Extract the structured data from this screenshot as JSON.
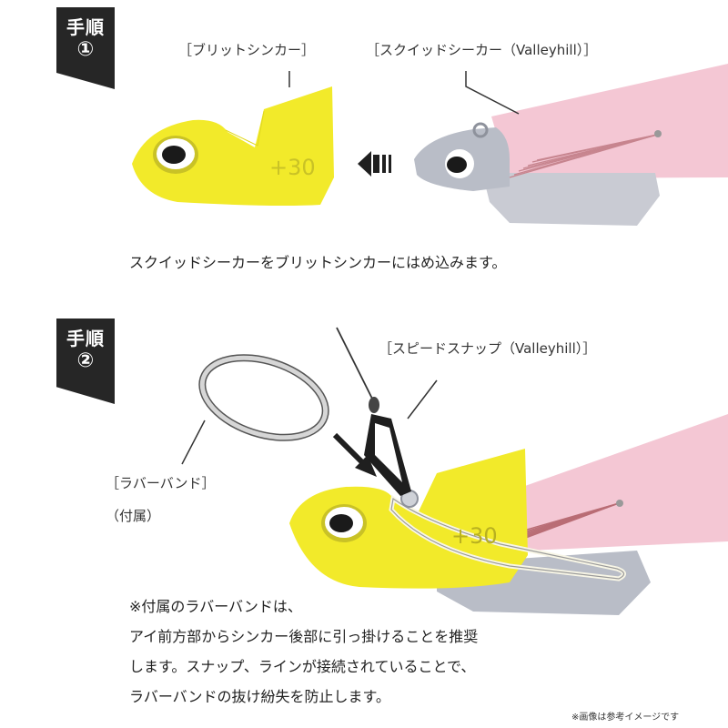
{
  "step1": {
    "badge_title": "手順",
    "badge_number": "①",
    "label_bullet": "［ブリットシンカー］",
    "label_squid": "［スクイッドシーカー（Valleyhill）］",
    "sinker_mark": "+30",
    "caption": "スクイッドシーカーをブリットシンカーにはめ込みます。"
  },
  "step2": {
    "badge_title": "手順",
    "badge_number": "②",
    "label_snap": "［スピードスナップ（Valleyhill）］",
    "label_band": "［ラバーバンド］",
    "label_band_sub": "（付属）",
    "sinker_mark": "+30",
    "note_lines": [
      "※付属のラバーバンドは、",
      "アイ前方部からシンカー後部に引っ掛けることを推奨",
      "します。スナップ、ラインが接続されていることで、",
      "ラバーバンドの抜け紛失を防止します。"
    ]
  },
  "footnote": "※画像は参考イメージです",
  "colors": {
    "sinker_yellow": "#f2ea2a",
    "badge_dark": "#262626",
    "squid_pink": "#f3c6d3",
    "sinker_grey": "#b8bcc6"
  }
}
